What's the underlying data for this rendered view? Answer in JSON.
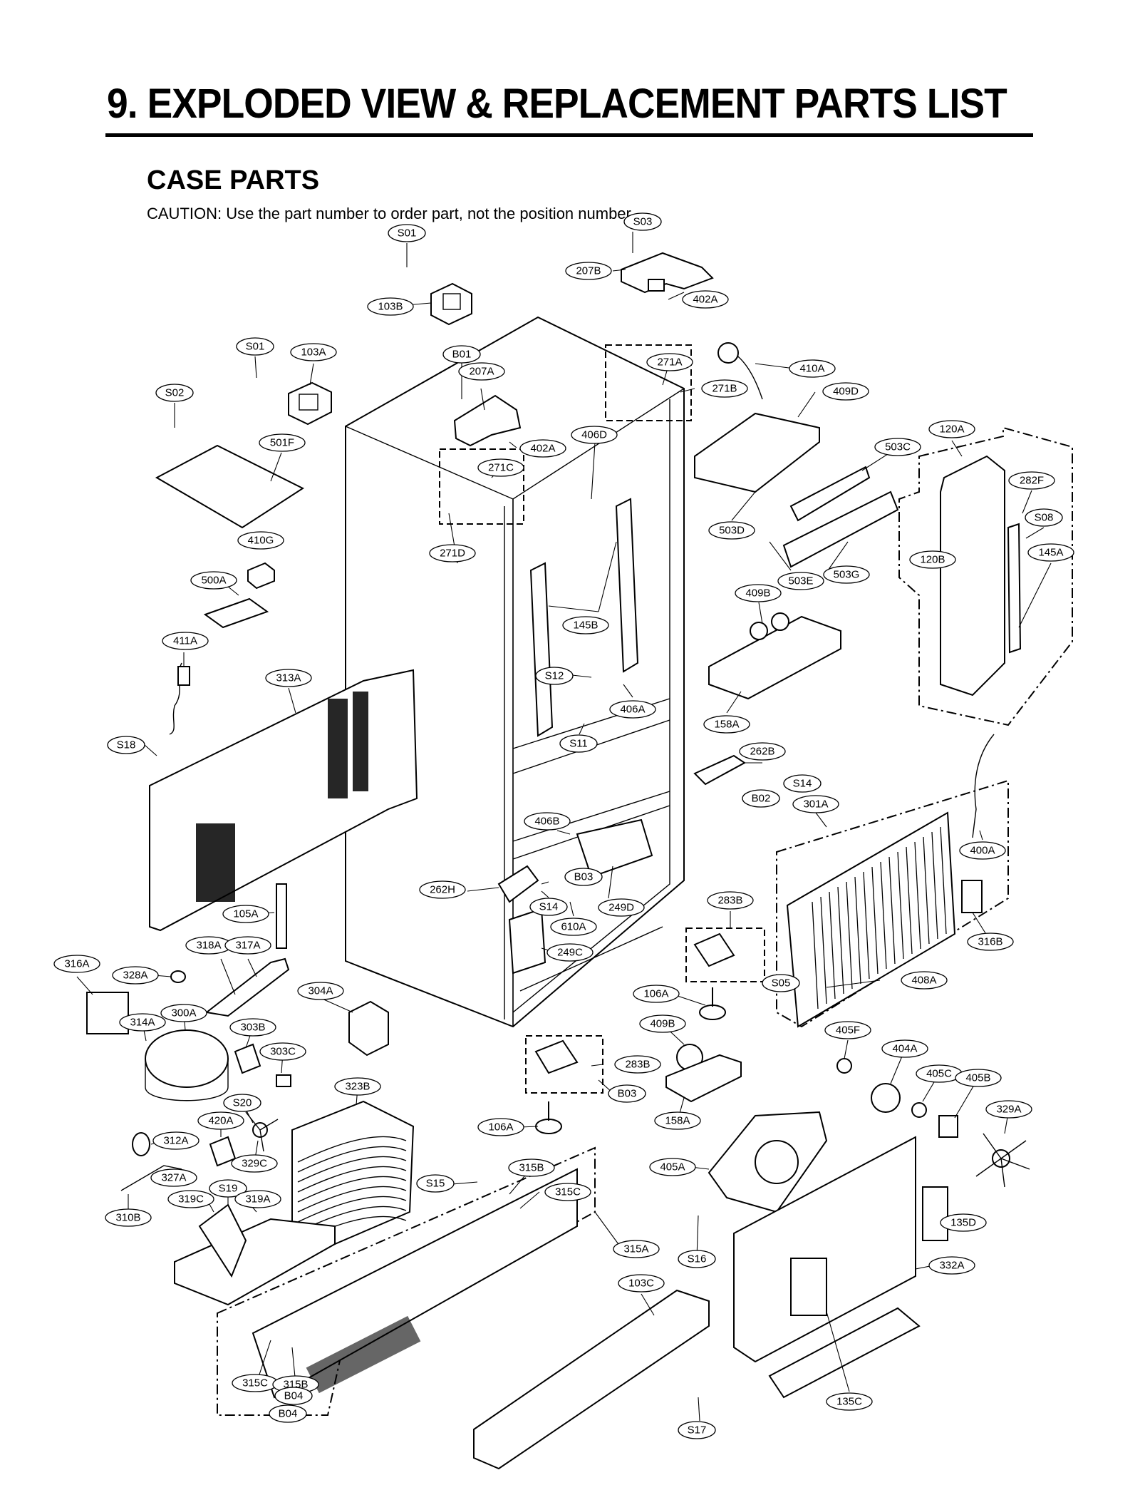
{
  "header": {
    "title": "9. EXPLODED VIEW & REPLACEMENT PARTS LIST",
    "subtitle": "CASE PARTS",
    "caution": "CAUTION: Use the part number to order part, not the position number."
  },
  "callouts": {
    "S01a": "S01",
    "S03": "S03",
    "207B": "207B",
    "402Aa": "402A",
    "103B": "103B",
    "S01b": "S01",
    "103A": "103A",
    "B01": "B01",
    "207A": "207A",
    "271A": "271A",
    "410A": "410A",
    "271B": "271B",
    "409D": "409D",
    "S02": "S02",
    "501F": "501F",
    "402Ab": "402A",
    "406D": "406D",
    "271C": "271C",
    "503C": "503C",
    "120A": "120A",
    "282F": "282F",
    "S08": "S08",
    "503D": "503D",
    "271D": "271D",
    "410G": "410G",
    "120B": "120B",
    "145Aa": "145A",
    "503E": "503E",
    "503G": "503G",
    "500A": "500A",
    "409Ba": "409B",
    "145B": "145B",
    "411A": "411A",
    "S12": "S12",
    "313A": "313A",
    "406A": "406A",
    "158Aa": "158A",
    "S18": "S18",
    "S11": "S11",
    "262B": "262B",
    "S14a": "S14",
    "B02": "B02",
    "301A": "301A",
    "406B": "406B",
    "400A": "400A",
    "B03a": "B03",
    "262H": "262H",
    "S14b": "S14",
    "249D": "249D",
    "610A": "610A",
    "105A": "105A",
    "283Ba": "283B",
    "316B": "316B",
    "318A": "318A",
    "317A": "317A",
    "249C": "249C",
    "316A": "316A",
    "328A": "328A",
    "S05": "S05",
    "408A": "408A",
    "304A": "304A",
    "106Aa": "106A",
    "314A": "314A",
    "300A": "300A",
    "409Bb": "409B",
    "303B": "303B",
    "405F": "405F",
    "283Bb": "283B",
    "404A": "404A",
    "303C": "303C",
    "405C": "405C",
    "405B": "405B",
    "323B": "323B",
    "B03b": "B03",
    "S20": "S20",
    "158Ab": "158A",
    "329A": "329A",
    "420A": "420A",
    "106Ab": "106A",
    "312A": "312A",
    "329C": "329C",
    "405A": "405A",
    "315B": "315B",
    "327A": "327A",
    "S15": "S15",
    "S19": "S19",
    "315C": "315C",
    "319C": "319C",
    "319A": "319A",
    "310B": "310B",
    "135D": "135D",
    "315A": "315A",
    "S16": "S16",
    "332A": "332A",
    "103C": "103C",
    "135C": "135C",
    "315Cb": "315C",
    "315Bb": "315B",
    "B04a": "B04",
    "S17": "S17",
    "B04b": "B04"
  }
}
